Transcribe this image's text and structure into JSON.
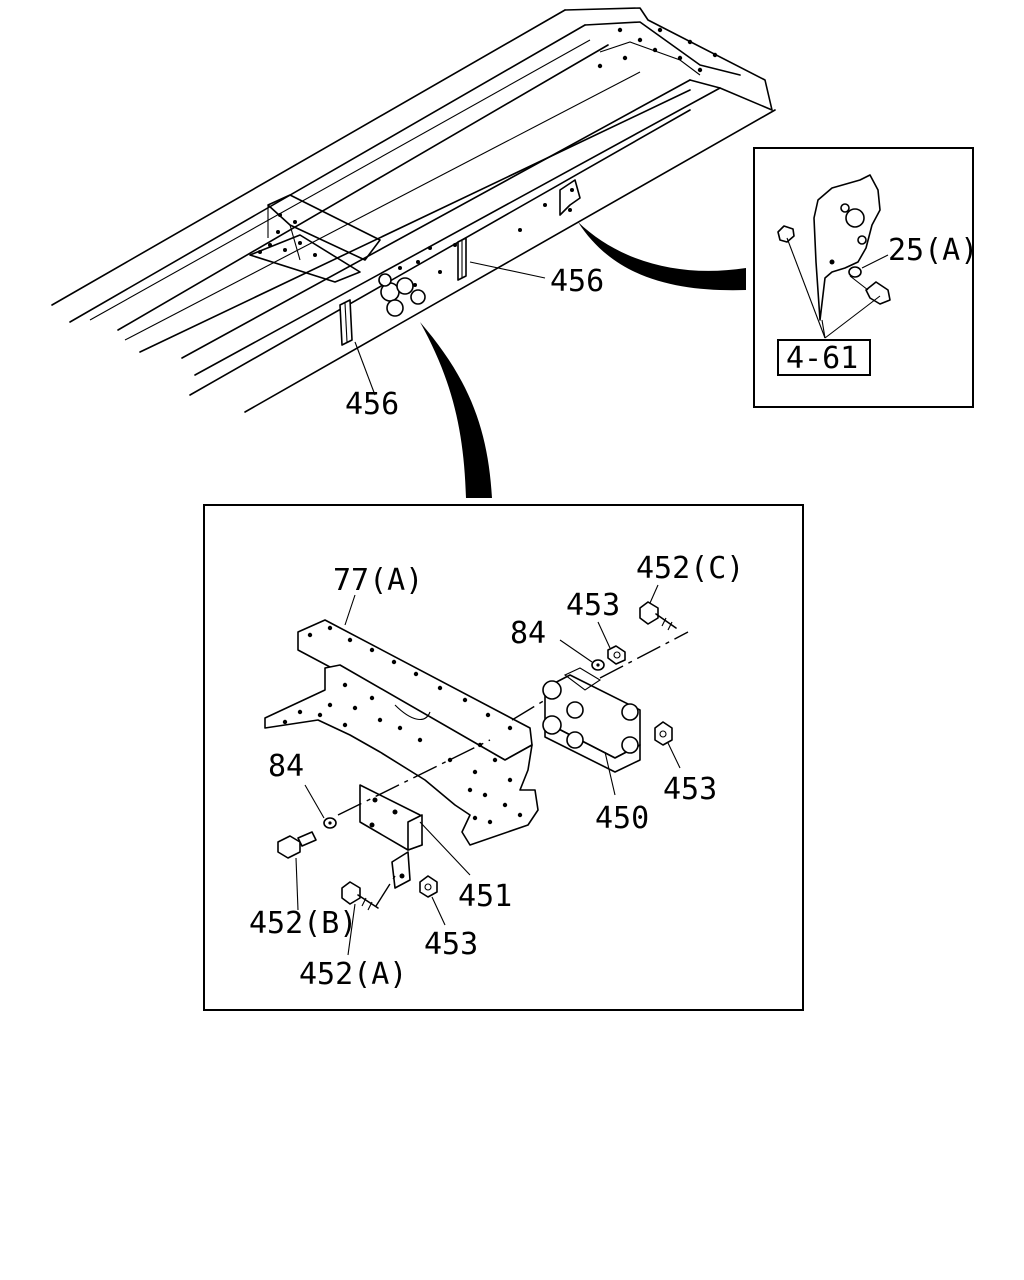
{
  "callouts": {
    "main_456_right": "456",
    "main_456_left": "456",
    "inset_25a": "25(A)",
    "inset_ref": "4-61",
    "detail_77a": "77(A)",
    "detail_452c": "452(C)",
    "detail_453_top": "453",
    "detail_84_top": "84",
    "detail_84_left": "84",
    "detail_453_right": "453",
    "detail_450": "450",
    "detail_451": "451",
    "detail_452b": "452(B)",
    "detail_453_bottom": "453",
    "detail_452a": "452(A)"
  }
}
